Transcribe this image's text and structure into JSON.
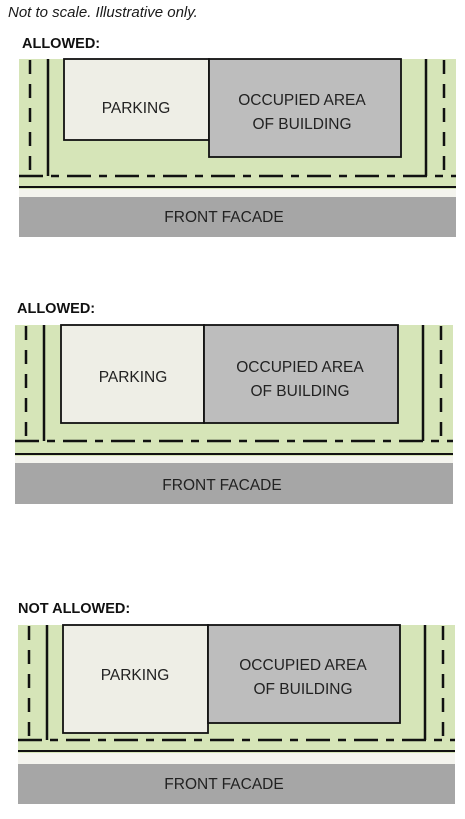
{
  "note": "Not to scale. Illustrative only.",
  "diagrams": [
    {
      "label": "ALLOWED:",
      "parking_label": "PARKING",
      "building_label_line1": "OCCUPIED AREA",
      "building_label_line2": "OF BUILDING",
      "facade_label": "FRONT FACADE"
    },
    {
      "label": "ALLOWED:",
      "parking_label": "PARKING",
      "building_label_line1": "OCCUPIED AREA",
      "building_label_line2": "OF BUILDING",
      "facade_label": "FRONT FACADE"
    },
    {
      "label": "NOT ALLOWED:",
      "parking_label": "PARKING",
      "building_label_line1": "OCCUPIED AREA",
      "building_label_line2": "OF BUILDING",
      "facade_label": "FRONT FACADE"
    }
  ],
  "colors": {
    "lawn": "#d6e5b8",
    "parking": "#eeeee6",
    "building": "#bdbdbd",
    "facade": "#a6a6a6",
    "line": "#111111"
  }
}
